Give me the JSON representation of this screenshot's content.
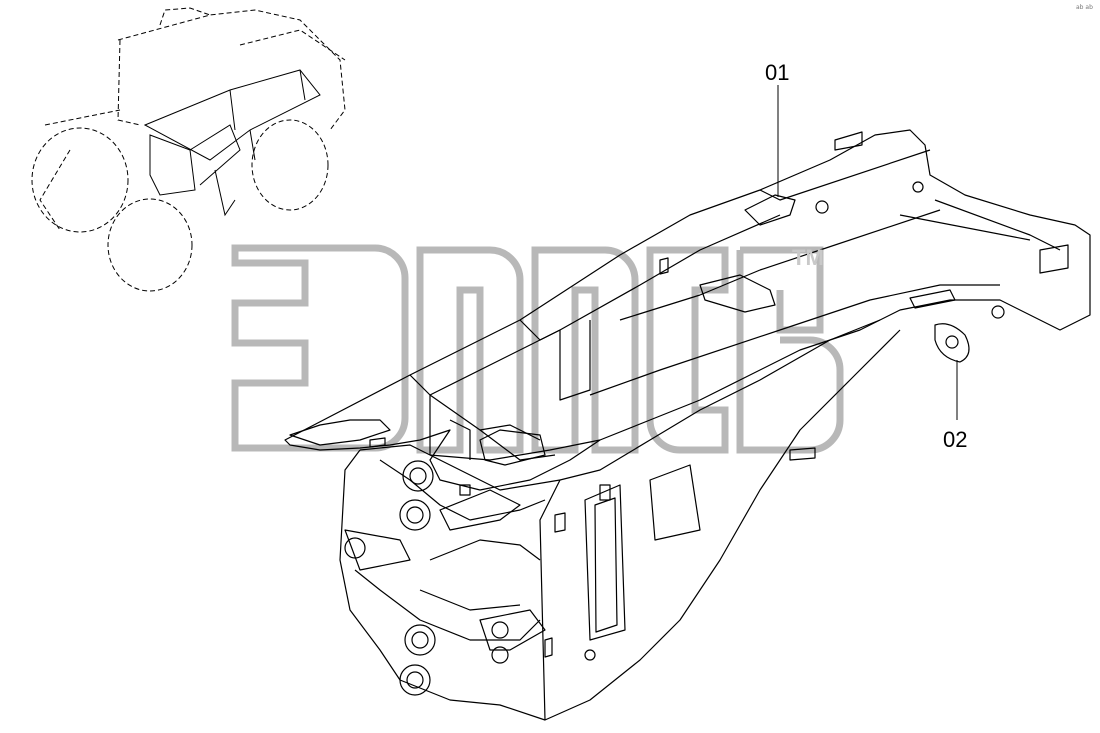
{
  "diagram": {
    "callouts": {
      "part_01": "01",
      "part_02": "02"
    },
    "watermark": {
      "trademark": "TM"
    },
    "corner_code": "ab ab"
  },
  "colors": {
    "line": "#000000",
    "watermark": "#b8b8b8",
    "background": "#ffffff"
  }
}
